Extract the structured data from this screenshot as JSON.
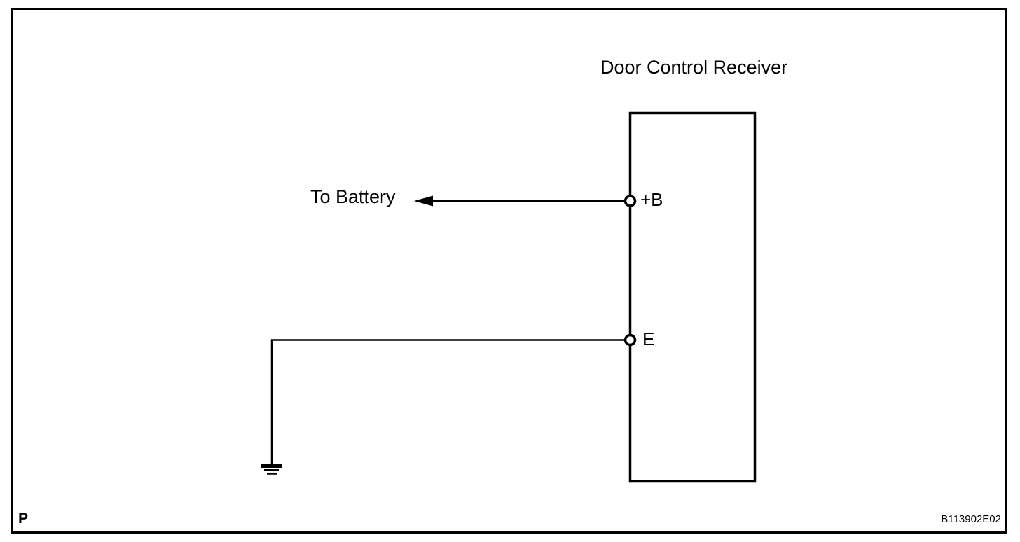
{
  "diagram": {
    "title": "Door Control Receiver",
    "component": {
      "name": "Door Control Receiver",
      "shape": "rectangle"
    },
    "terminals": {
      "b": "+B",
      "e": "E"
    },
    "battery_wire": {
      "label": "To Battery",
      "arrow_icon": "arrow-left-icon",
      "connects_to_terminal": "+B"
    },
    "ground_wire": {
      "icon": "ground-icon",
      "connects_to_terminal": "E"
    },
    "page_marker": "P",
    "figure_code": "B113902E02",
    "colors": {
      "line": "#000000",
      "text": "#000000",
      "background": "#ffffff"
    }
  }
}
